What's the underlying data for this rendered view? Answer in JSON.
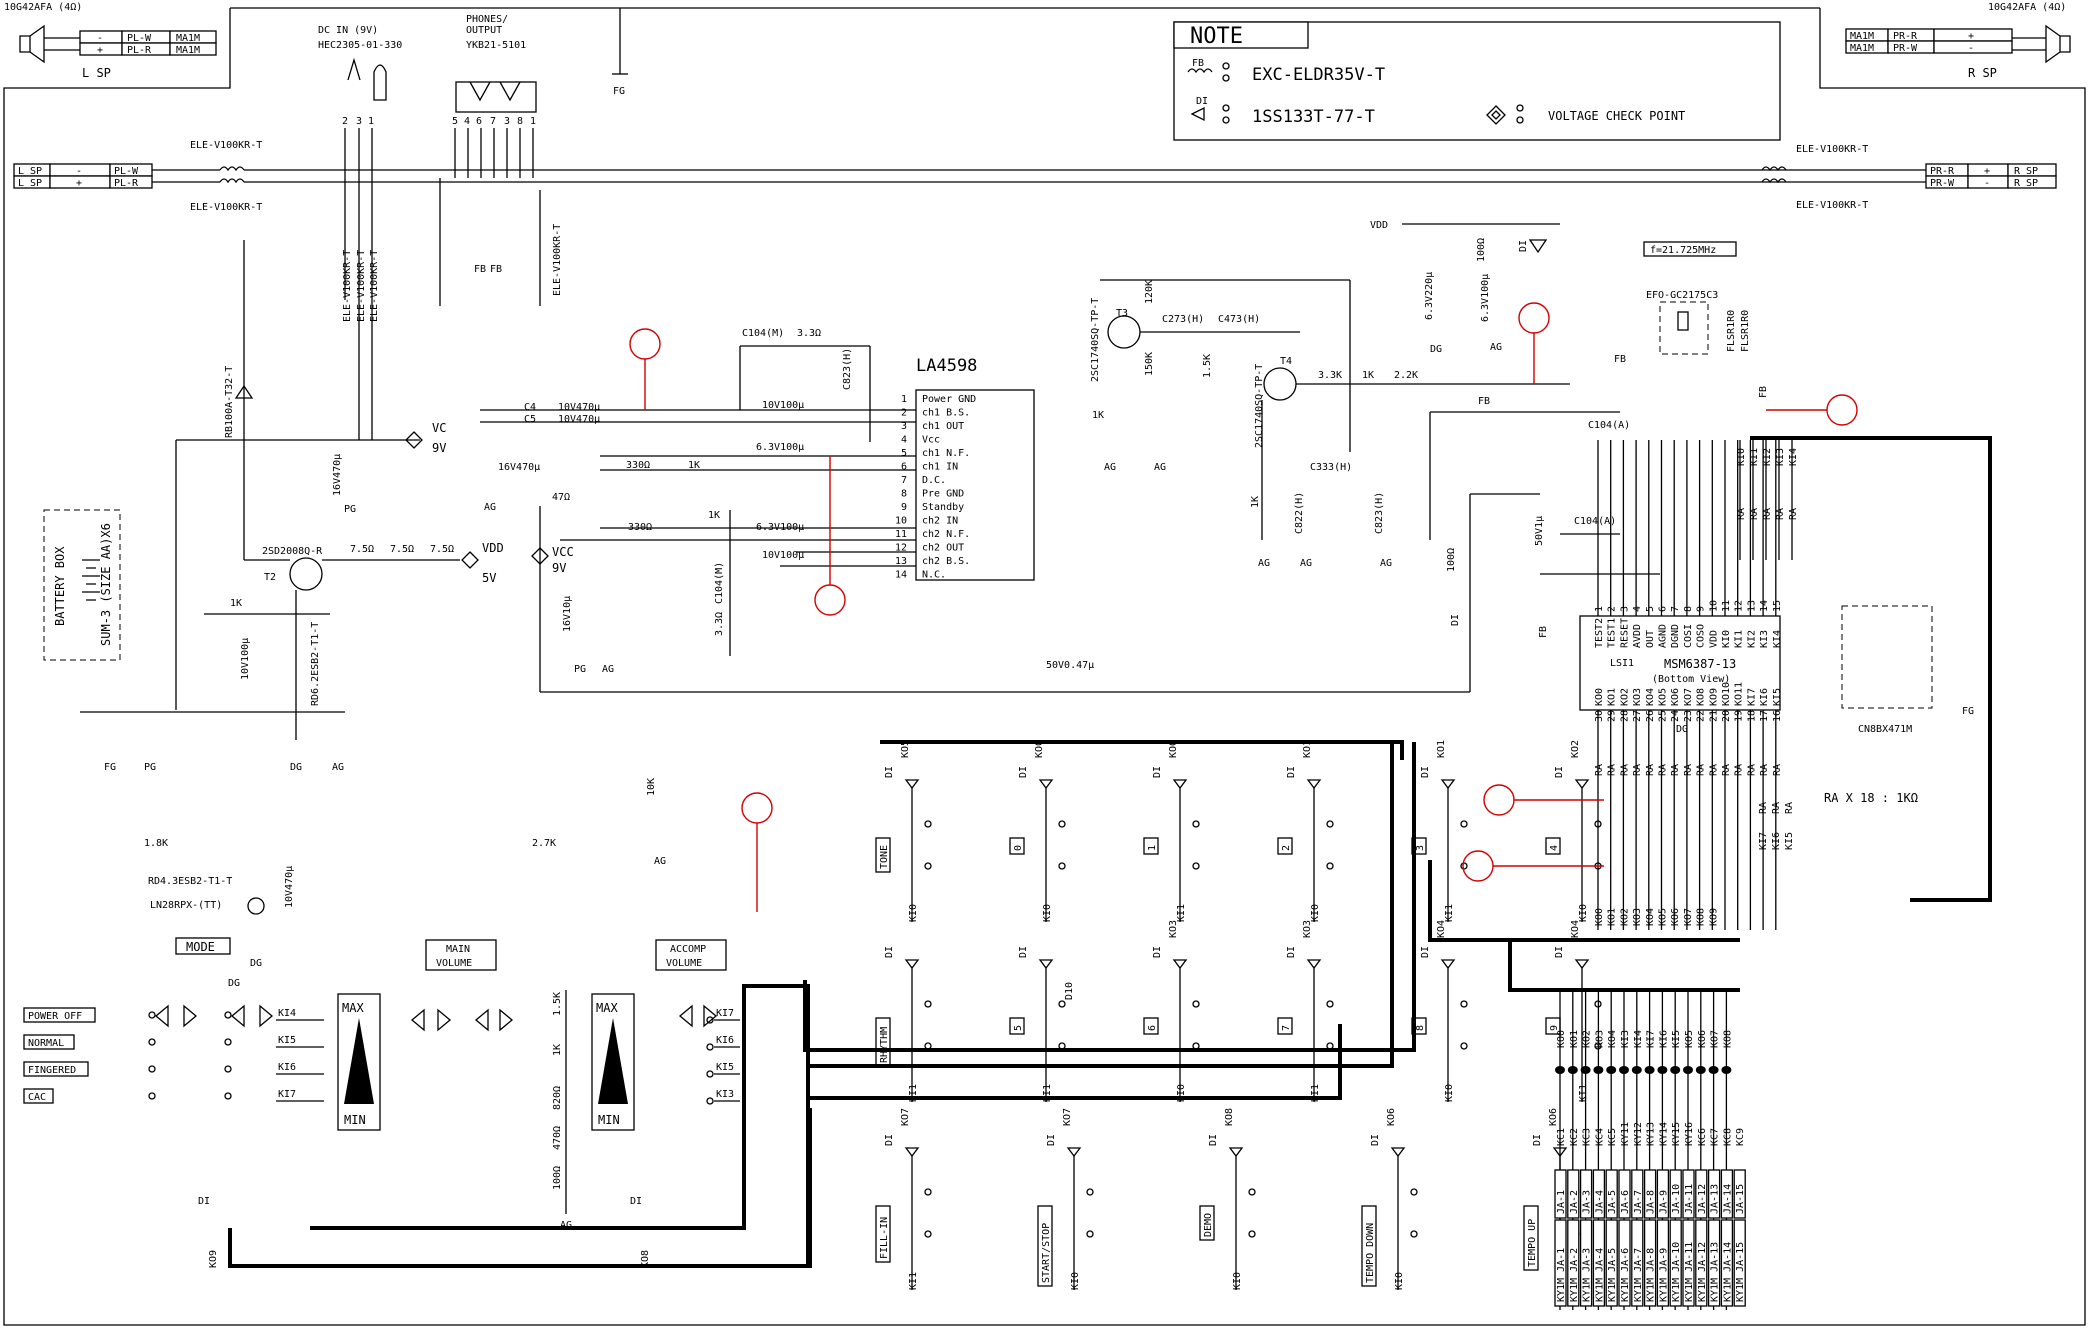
{
  "corner_labels": {
    "left_speaker_model": "10G42AFA (4Ω)",
    "right_speaker_model": "10G42AFA (4Ω)",
    "left_speaker": "L SP",
    "right_speaker": "R SP"
  },
  "speaker_terminals": {
    "left": [
      {
        "pol": "-",
        "wire": "PL-W",
        "conn": "MA1M"
      },
      {
        "pol": "+",
        "wire": "PL-R",
        "conn": "MA1M"
      }
    ],
    "right": [
      {
        "pol": "+",
        "wire": "PR-R",
        "conn": "MA1M"
      },
      {
        "pol": "-",
        "wire": "PR-W",
        "conn": "MA1M"
      }
    ],
    "left_line": [
      {
        "sp": "L SP",
        "pol": "-",
        "wire": "PL-W"
      },
      {
        "sp": "L SP",
        "pol": "+",
        "wire": "PL-R"
      }
    ],
    "right_line": [
      {
        "sp": "R SP",
        "pol": "+",
        "wire": "PR-R"
      },
      {
        "sp": "R SP",
        "pol": "-",
        "wire": "PR-W"
      }
    ]
  },
  "note": {
    "title": "NOTE",
    "fb_label": "FB",
    "fb_part": "EXC-ELDR35V-T",
    "di_label": "DI",
    "di_part": "1SS133T-77-T",
    "check_label": "VOLTAGE CHECK POINT"
  },
  "connectors": {
    "dc_in_title": "DC IN (9V)",
    "dc_in_part": "HEC2305-01-330",
    "phones_title_1": "PHONES/",
    "phones_title_2": "OUTPUT",
    "phones_part": "YKB21-5101",
    "fg": "FG"
  },
  "ferrites": {
    "ele": "ELE-V100KR-T",
    "fb": "FB"
  },
  "amp": {
    "name": "LA4598",
    "pins": [
      {
        "n": "1",
        "name": "Power GND"
      },
      {
        "n": "2",
        "name": "ch1 B.S."
      },
      {
        "n": "3",
        "name": "ch1 OUT"
      },
      {
        "n": "4",
        "name": "Vcc"
      },
      {
        "n": "5",
        "name": "ch1 N.F."
      },
      {
        "n": "6",
        "name": "ch1 IN"
      },
      {
        "n": "7",
        "name": "D.C."
      },
      {
        "n": "8",
        "name": "Pre GND"
      },
      {
        "n": "9",
        "name": "Standby"
      },
      {
        "n": "10",
        "name": "ch2 IN"
      },
      {
        "n": "11",
        "name": "ch2 N.F."
      },
      {
        "n": "12",
        "name": "ch2 OUT"
      },
      {
        "n": "13",
        "name": "ch2 B.S."
      },
      {
        "n": "14",
        "name": "N.C."
      }
    ],
    "caps": [
      "10V470μ",
      "10V470μ",
      "10V100μ",
      "6.3V100μ",
      "6.3V100μ",
      "10V100μ"
    ],
    "c104m": "C104(M)",
    "r33": "3.3Ω",
    "c823h": "C823(H)",
    "r330": "330Ω",
    "r1k": "1K",
    "c4": "C4",
    "c5": "C5"
  },
  "power": {
    "battery_1": "BATTERY BOX",
    "battery_2": "SUM-3 (SIZE AA)X6",
    "diode_rb": "RB100A-T32-T",
    "t2": "T2",
    "t2_part": "2SD2008Q-R",
    "r75": "7.5Ω",
    "vdd": "VDD",
    "v5": "5V",
    "vc": "VC",
    "v9": "9V",
    "vcc": "VCC",
    "cap_16v470": "16V470μ",
    "cap_16v10": "16V10μ",
    "cap_10v100": "10V100μ",
    "zener": "RD6.2ESB2-T1-T",
    "r47": "47Ω",
    "r1k": "1K",
    "fg": "FG",
    "pg": "PG",
    "dg": "DG",
    "ag": "AG"
  },
  "osc": {
    "t3": "T3",
    "t3_part": "2SC1740SQ-TP-T",
    "t4": "T4",
    "t4_part": "2SC1740SQ-TP-T",
    "r120k": "120K",
    "r150k": "150K",
    "r15k": "1.5K",
    "r1k": "1K",
    "r33k": "3.3K",
    "r22k": "2.2K",
    "c273": "C273(H)",
    "c473": "C473(H)",
    "c333": "C333(H)",
    "c822": "C822(H)",
    "c823": "C823(H)",
    "vdd": "VDD",
    "cap_220": "6.3V220μ",
    "cap_100": "6.3V100μ",
    "r100": "100Ω",
    "di": "DI",
    "freq": "f=21.725MHz",
    "crystal": "EFO-GC2175C3",
    "fl": "FLSR1R0",
    "fb": "FB",
    "c104a": "C104(A)",
    "cap_50v1": "50V1μ",
    "cap_50v047": "50V0.47μ",
    "r10k": "10K",
    "r27k": "2.7K"
  },
  "lsi": {
    "name": "LSI1",
    "part": "MSM6387-13",
    "view": "(Bottom View)",
    "top_pins": [
      {
        "n": "1",
        "name": "TEST2"
      },
      {
        "n": "2",
        "name": "TEST1"
      },
      {
        "n": "3",
        "name": "RESET"
      },
      {
        "n": "4",
        "name": "AVDD"
      },
      {
        "n": "5",
        "name": "OUT"
      },
      {
        "n": "6",
        "name": "AGND"
      },
      {
        "n": "7",
        "name": "DGND"
      },
      {
        "n": "8",
        "name": "COSI"
      },
      {
        "n": "9",
        "name": "COSO"
      },
      {
        "n": "10",
        "name": "VDD"
      },
      {
        "n": "11",
        "name": "KI0"
      },
      {
        "n": "12",
        "name": "KI1"
      },
      {
        "n": "13",
        "name": "KI2"
      },
      {
        "n": "14",
        "name": "KI3"
      },
      {
        "n": "15",
        "name": "KI4"
      }
    ],
    "bottom_pins": [
      {
        "n": "30",
        "name": "KO0"
      },
      {
        "n": "29",
        "name": "KO1"
      },
      {
        "n": "28",
        "name": "KO2"
      },
      {
        "n": "27",
        "name": "KO3"
      },
      {
        "n": "26",
        "name": "KO4"
      },
      {
        "n": "25",
        "name": "KO5"
      },
      {
        "n": "24",
        "name": "KO6"
      },
      {
        "n": "23",
        "name": "KO7"
      },
      {
        "n": "22",
        "name": "KO8"
      },
      {
        "n": "21",
        "name": "KO9"
      },
      {
        "n": "20",
        "name": "KO10"
      },
      {
        "n": "19",
        "name": "KO11"
      },
      {
        "n": "18",
        "name": "KI7"
      },
      {
        "n": "17",
        "name": "KI6"
      },
      {
        "n": "16",
        "name": "KI5"
      }
    ],
    "ki_top": [
      "KI0",
      "KI1",
      "KI2",
      "KI3",
      "KI4"
    ],
    "ki_bottom": [
      "KI7",
      "KI6",
      "KI5"
    ],
    "ko_bus": [
      "KO0",
      "KO1",
      "KO2",
      "KO3",
      "KO4",
      "KO5",
      "KO6",
      "KO7",
      "KO8",
      "KO9"
    ],
    "ra": "RA",
    "ra_note": "RA X 18 : 1KΩ",
    "cn": "CN8BX471M",
    "fg": "FG",
    "dg": "DG"
  },
  "keys": {
    "di": "DI",
    "d10": "D10",
    "row1": [
      {
        "ko": "KO5",
        "label": "TONE",
        "ki": "KI0"
      },
      {
        "ko": "KO0",
        "label": "0",
        "ki": "KI0"
      },
      {
        "ko": "KO0",
        "label": "1",
        "ki": "KI1"
      },
      {
        "ko": "KO1",
        "label": "2",
        "ki": "KI0"
      },
      {
        "ko": "KO1",
        "label": "3",
        "ki": "KI1"
      },
      {
        "ko": "KO2",
        "label": "4",
        "ki": "KI0"
      }
    ],
    "row2": [
      {
        "ko": "",
        "label": "RHYTHM",
        "ki": "KI1"
      },
      {
        "ko": "",
        "label": "5",
        "ki": "KI1"
      },
      {
        "ko": "KO3",
        "label": "6",
        "ki": "KI0"
      },
      {
        "ko": "KO3",
        "label": "7",
        "ki": "KI1"
      },
      {
        "ko": "KO4",
        "label": "8",
        "ki": "KI0"
      },
      {
        "ko": "KO4",
        "label": "9",
        "ki": "KI1"
      }
    ],
    "row3": [
      {
        "ko": "KO7",
        "label": "FILL-IN",
        "ki": "KI1"
      },
      {
        "ko": "KO7",
        "label": "START/STOP",
        "ki": "KI0"
      },
      {
        "ko": "KO8",
        "label": "DEMO",
        "ki": "KI0"
      },
      {
        "ko": "KO6",
        "label": "TEMPO DOWN",
        "ki": "KI0"
      },
      {
        "ko": "KO6",
        "label": "TEMPO UP",
        "ki": "KI1"
      }
    ]
  },
  "controls": {
    "mode": "MODE",
    "dg": "DG",
    "modes": [
      "POWER OFF",
      "NORMAL",
      "FINGERED",
      "CAC"
    ],
    "ki_labels": [
      "KI4",
      "KI5",
      "KI6",
      "KI7"
    ],
    "main_volume_1": "MAIN",
    "main_volume_2": "VOLUME",
    "accomp_volume_1": "ACCOMP",
    "accomp_volume_2": "VOLUME",
    "max": "MAX",
    "min": "MIN",
    "r15k": "1.5K",
    "r1k": "1K",
    "r820": "820Ω",
    "r470": "470Ω",
    "r100": "100Ω",
    "accomp_ki": [
      "KI7",
      "KI6",
      "KI5",
      "KI3"
    ],
    "ko9": "KO9",
    "ko8": "KO8",
    "di": "DI",
    "zener": "RD4.3ESB2-T1-T",
    "led": "LN28RPX-(TT)",
    "r18k": "1.8K",
    "cap": "10V470μ",
    "ag": "AG",
    "dg2": "DG"
  },
  "connector_bus": {
    "ko_top": [
      "KO0",
      "KO1",
      "KO2",
      "KO3",
      "KO4",
      "KI3",
      "KI4",
      "KI7",
      "KI6",
      "KI5",
      "KO5",
      "KO6",
      "KO7",
      "KO8"
    ],
    "kc": [
      "KC1",
      "KC2",
      "KC3",
      "KC4",
      "KC5",
      "KY11",
      "KY12",
      "KY13",
      "KY14",
      "KY15",
      "KY16",
      "KC6",
      "KC7",
      "KC8",
      "KC9"
    ],
    "ja_top": [
      "JA-1",
      "JA-2",
      "JA-3",
      "JA-4",
      "JA-5",
      "JA-6",
      "JA-7",
      "JA-8",
      "JA-9",
      "JA-10",
      "JA-11",
      "JA-12",
      "JA-13",
      "JA-14",
      "JA-15"
    ],
    "ja_bottom": [
      "KY1M JA-1",
      "KY1M JA-2",
      "KY1M JA-3",
      "KY1M JA-4",
      "KY1M JA-5",
      "KY1M JA-6",
      "KY1M JA-7",
      "KY1M JA-8",
      "KY1M JA-9",
      "KY1M JA-10",
      "KY1M JA-11",
      "KY1M JA-12",
      "KY1M JA-13",
      "KY1M JA-14",
      "KY1M JA-15"
    ]
  }
}
